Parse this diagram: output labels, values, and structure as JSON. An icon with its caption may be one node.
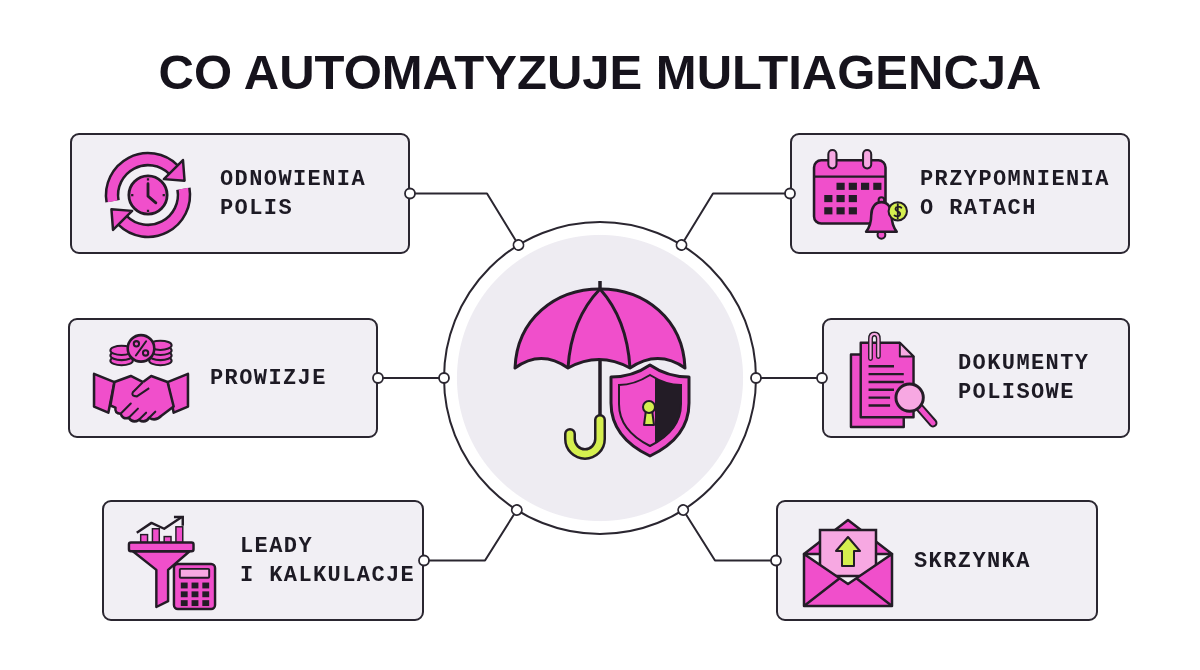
{
  "diagram": {
    "title": "CO AUTOMATYZUJE MULTIAGENCJA",
    "nodes": [
      {
        "text": [
          "ODNOWIENIA POLIS"
        ]
      },
      {
        "text": [
          "PRZYPOMNIENIA O RATACH"
        ]
      },
      {
        "text": [],
        "shape": "picture"
      },
      {
        "text": [
          "PROWIZJE"
        ]
      },
      {
        "text": [
          "DOKUMENTY POLISOWE"
        ]
      },
      {
        "text": [
          "LEADY I KALKULACJE"
        ]
      },
      {
        "text": [
          "SKRZYNKA"
        ]
      }
    ],
    "edges": [
      {
        "from": 0,
        "to": 2,
        "arrow": "other"
      },
      {
        "from": 1,
        "to": 2,
        "arrow": "other"
      },
      {
        "from": 3,
        "to": 2,
        "arrow": "other"
      },
      {
        "from": 4,
        "to": 2,
        "arrow": "other"
      },
      {
        "from": 5,
        "to": 2,
        "arrow": "other"
      },
      {
        "from": 6,
        "to": 2,
        "arrow": "other"
      }
    ]
  }
}
